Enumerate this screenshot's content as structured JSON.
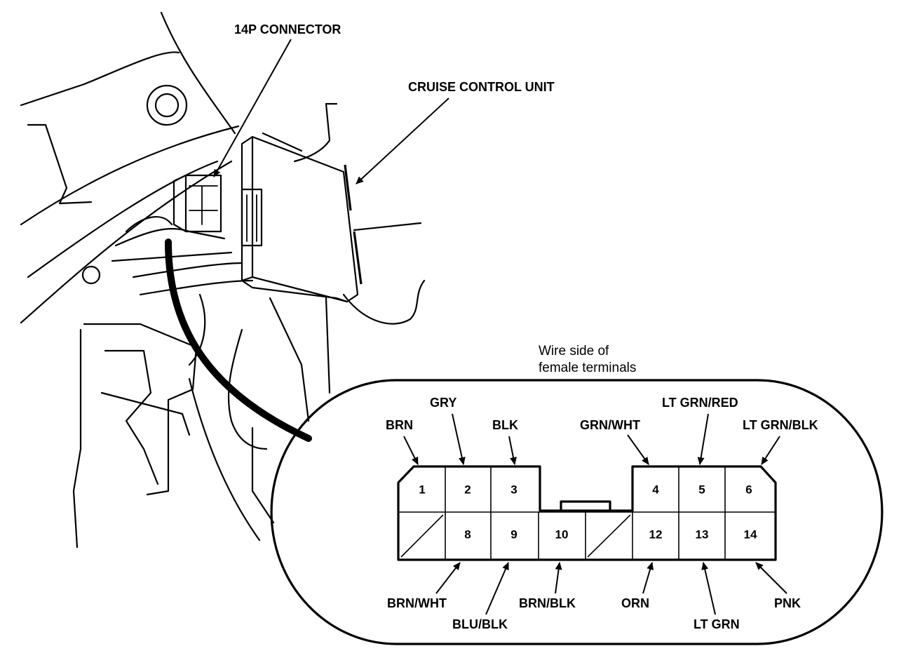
{
  "callouts": {
    "connector": "14P CONNECTOR",
    "unit": "CRUISE CONTROL UNIT",
    "view_line1": "Wire side of",
    "view_line2": "female terminals"
  },
  "terminals_top": [
    {
      "pin": "1",
      "wire": ""
    },
    {
      "pin": "2",
      "wire": "GRY"
    },
    {
      "pin": "3",
      "wire": "BLK"
    },
    {
      "pin": "4",
      "wire": "GRN/WHT"
    },
    {
      "pin": "5",
      "wire": "LT GRN/RED"
    },
    {
      "pin": "6",
      "wire": "LT GRN/BLK"
    }
  ],
  "terminals_bottom": [
    {
      "pin": "8",
      "wire": "BRN/WHT"
    },
    {
      "pin": "9",
      "wire": "BLU/BLK"
    },
    {
      "pin": "10",
      "wire": "BRN/BLK"
    },
    {
      "pin": "12",
      "wire": "ORN"
    },
    {
      "pin": "13",
      "wire": "LT GRN"
    },
    {
      "pin": "14",
      "wire": "PNK"
    }
  ],
  "extra_wires": {
    "brn": "BRN"
  }
}
